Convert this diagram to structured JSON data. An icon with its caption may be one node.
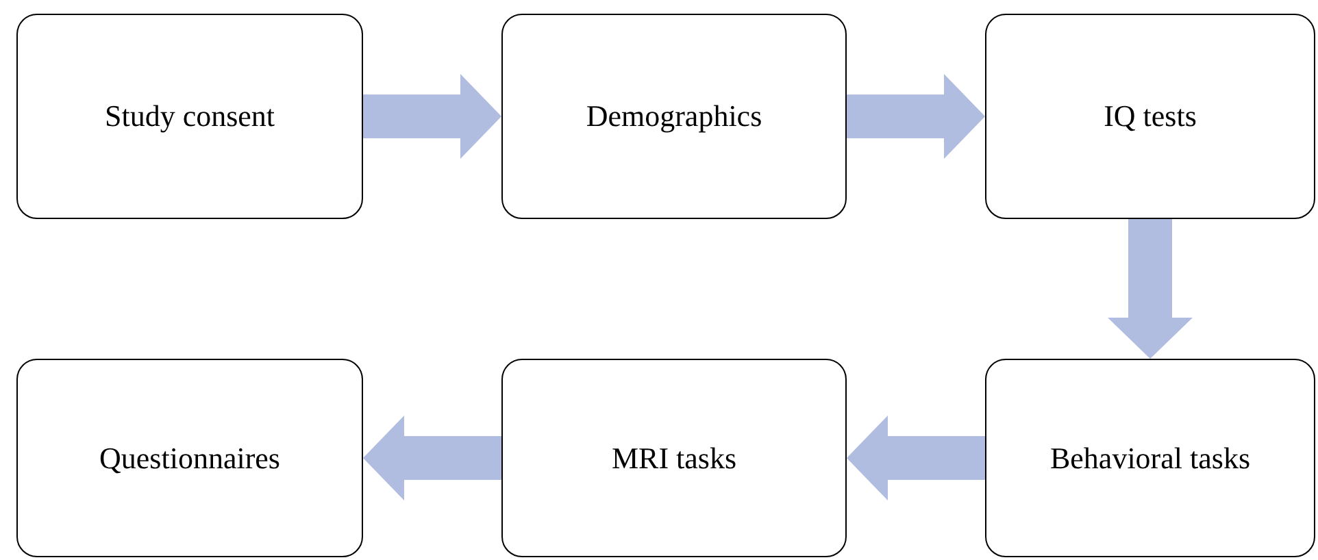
{
  "diagram": {
    "nodes": [
      {
        "text": [
          "Study consent"
        ]
      },
      {
        "text": [
          "Demographics"
        ]
      },
      {
        "text": [
          "IQ tests"
        ]
      },
      {
        "text": [
          "Questionnaires"
        ]
      },
      {
        "text": [
          "MRI tasks"
        ]
      },
      {
        "text": [
          "Behavioral tasks"
        ]
      }
    ],
    "edges": [
      {
        "from": 0,
        "to": 1,
        "arrow": "to"
      },
      {
        "from": 1,
        "to": 2,
        "arrow": "to"
      },
      {
        "from": 2,
        "to": 5,
        "arrow": "to"
      },
      {
        "from": 5,
        "to": 4,
        "arrow": "to"
      },
      {
        "from": 4,
        "to": 3,
        "arrow": "to"
      }
    ]
  }
}
